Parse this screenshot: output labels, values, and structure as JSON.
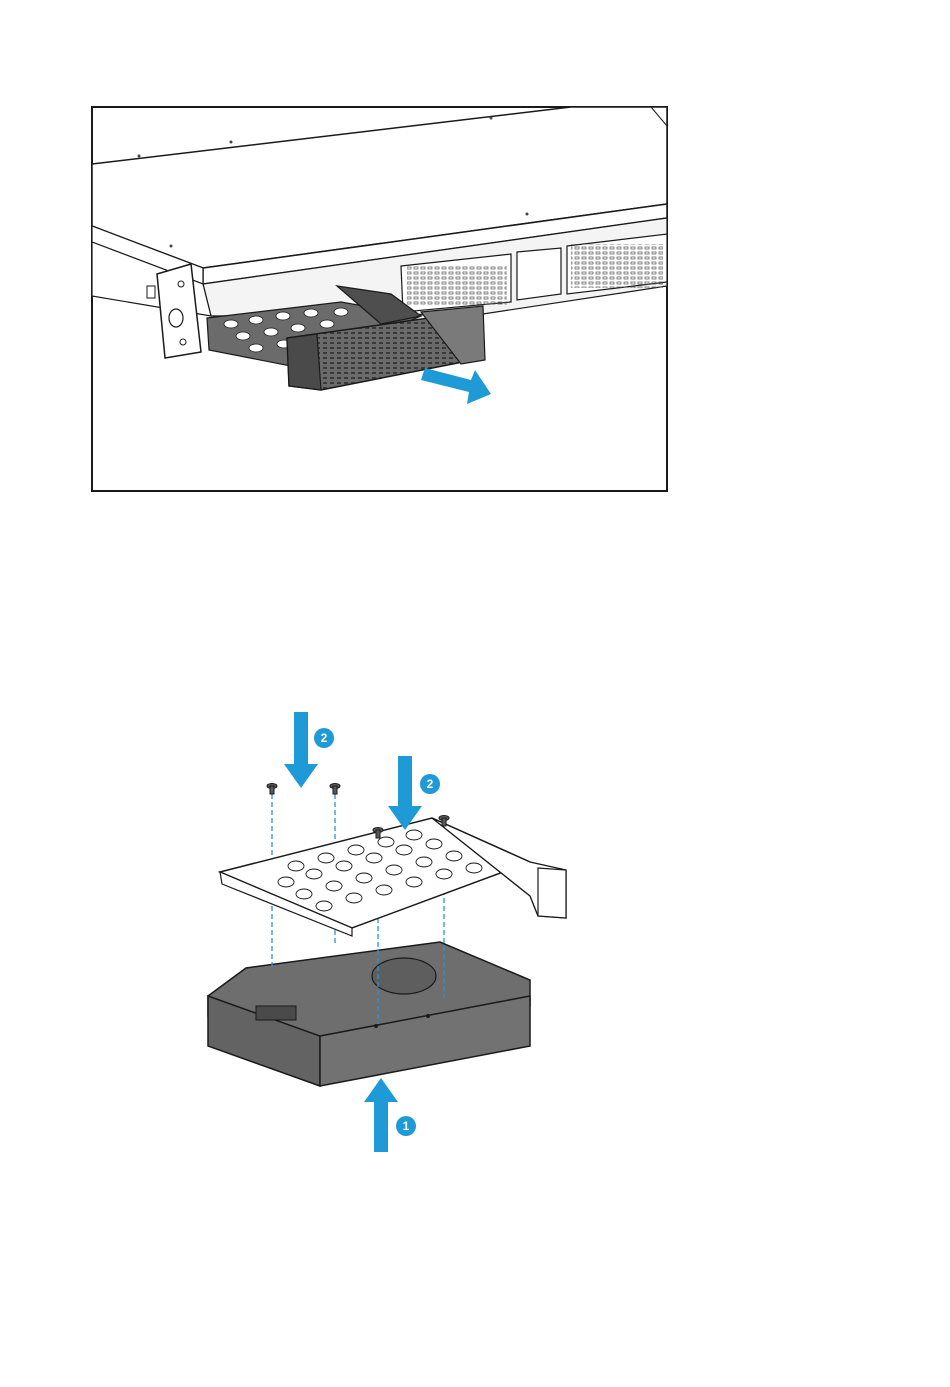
{
  "figures": [
    {
      "id": "rack-tray-removal",
      "steps": []
    },
    {
      "id": "drive-tray-installation",
      "steps": [
        {
          "number": "1",
          "direction": "up"
        },
        {
          "number": "2",
          "direction": "down"
        },
        {
          "number": "2",
          "direction": "down"
        }
      ]
    }
  ],
  "colors": {
    "arrow": "#1e9ad6",
    "dark_metal": "#5b5b5b",
    "outline": "#1a1a1a"
  },
  "icons": [
    "pull-arrow-icon",
    "up-arrow-icon",
    "down-arrow-icon",
    "screw-icon"
  ]
}
